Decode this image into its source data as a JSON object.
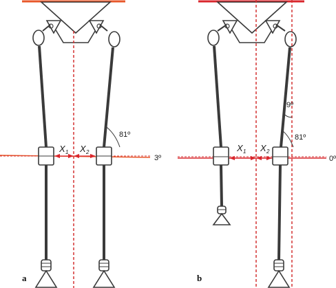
{
  "panels": [
    {
      "id": "a",
      "panel_label": "a",
      "angles": {
        "tilt_label": "3º",
        "limb_angle": "81º"
      },
      "distances": {
        "left": "X",
        "left_sub": "1",
        "right": "X",
        "right_sub": "2"
      }
    },
    {
      "id": "b",
      "panel_label": "b",
      "angles": {
        "tilt_label": "0º",
        "limb_angle": "81º",
        "deviation_angle": "9º"
      },
      "distances": {
        "left": "X",
        "left_sub": "1",
        "right": "X",
        "right_sub": "2"
      }
    }
  ],
  "colors": {
    "line": "#3a3a3a",
    "red": "#d9262c",
    "orange_red": "#e8572a",
    "dashed_red": "#d33030"
  }
}
